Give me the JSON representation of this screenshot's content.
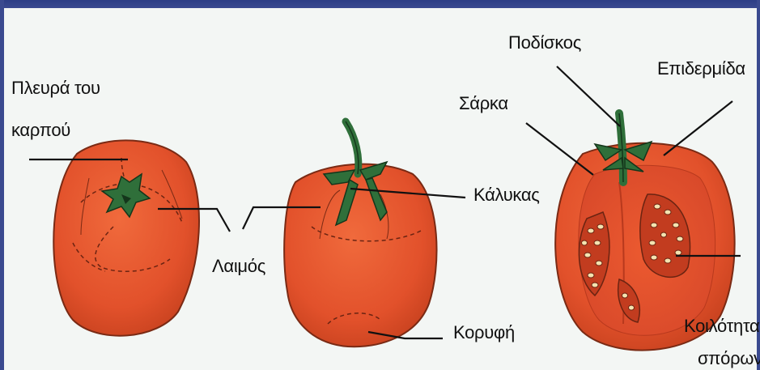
{
  "labels": {
    "pleura_line1": "Πλευρά του",
    "pleura_line2": "καρπού",
    "laimos": "Λαιμός",
    "kalykas": "Κάλυκας",
    "koryfi": "Κορυφή",
    "podiskos": "Ποδίσκος",
    "epidermida": "Επιδερμίδα",
    "sarka": "Σάρκα",
    "koilotita_line1": "Κοιλότητα",
    "koilotita_line2": "σπόρων"
  },
  "colors": {
    "tomato": "#e2512b",
    "tomato_dark": "#b8391d",
    "stem": "#2f6f3a",
    "leader_line": "#111111",
    "frame": "#3a4a8f"
  }
}
